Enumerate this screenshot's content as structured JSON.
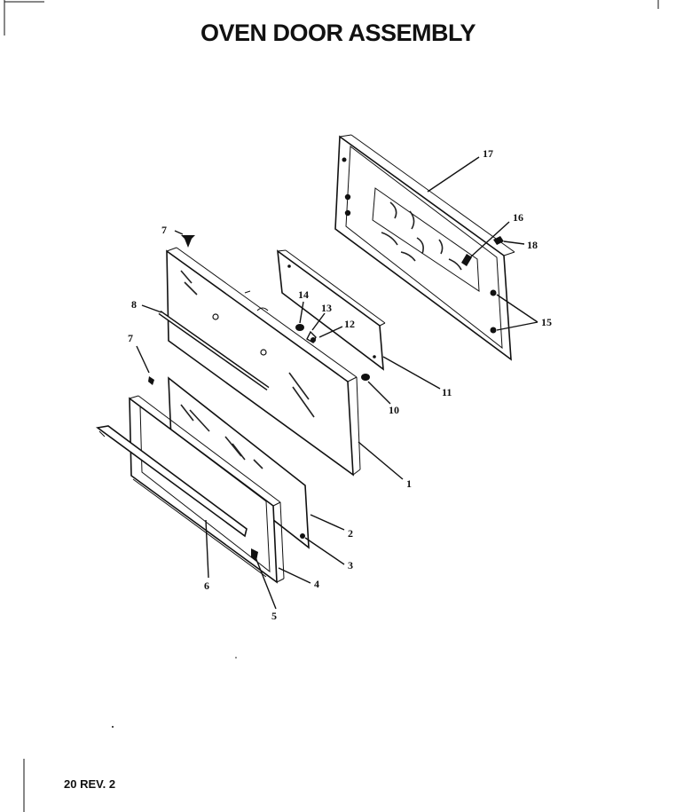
{
  "title": "OVEN DOOR ASSEMBLY",
  "footer": "20 REV. 2",
  "callouts": {
    "c1": "1",
    "c2": "2",
    "c3": "3",
    "c4": "4",
    "c5": "5",
    "c6": "6",
    "c7a": "7",
    "c7b": "7",
    "c8": "8",
    "c10": "10",
    "c11": "11",
    "c12": "12",
    "c13": "13",
    "c14": "14",
    "c15": "15",
    "c16": "16",
    "c17": "17",
    "c18": "18"
  }
}
